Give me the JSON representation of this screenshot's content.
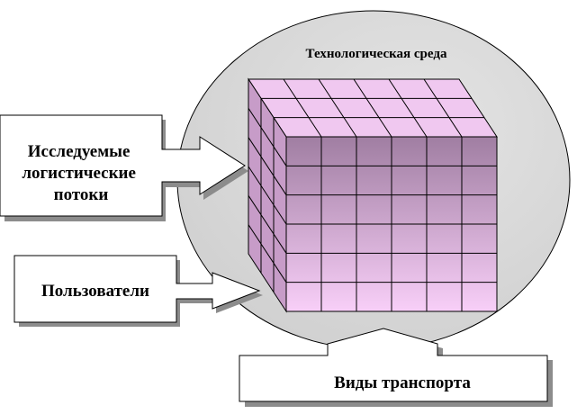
{
  "environment": {
    "title": "Технологическая среда"
  },
  "callouts": {
    "flows": [
      "Исследуемые",
      "логистические",
      "потоки"
    ],
    "users": "Пользователи",
    "transport": "Виды транспорта"
  },
  "cube": {
    "front_rows": 6,
    "front_cols": 6,
    "depth": 3
  },
  "colors": {
    "ellipse_fill": "#cfcfcf",
    "cube_front_top": "#a07ea2",
    "cube_front_bottom": "#f8cff8",
    "cube_top": "#f0c8f0",
    "cube_side": "#c79cc8",
    "box_fill": "#ffffff",
    "shadow": "#8c8c8c"
  }
}
